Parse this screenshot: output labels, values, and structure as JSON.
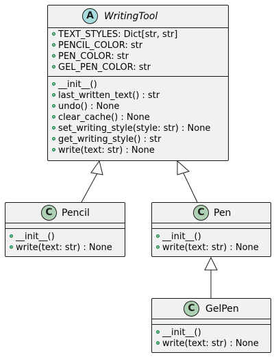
{
  "diagram": {
    "classes": [
      {
        "id": "writingtool",
        "name": "WritingTool",
        "stereotype_letter": "A",
        "fields": [
          "TEXT_STYLES: Dict[str, str]",
          "PENCIL_COLOR: str",
          "PEN_COLOR: str",
          "GEL_PEN_COLOR: str"
        ],
        "methods": [
          "__init__()",
          "last_written_text() : str",
          "undo() : None",
          "clear_cache() : None",
          "set_writing_style(style: str) : None",
          "get_writing_style() : str",
          "write(text: str) : None"
        ]
      },
      {
        "id": "pencil",
        "name": "Pencil",
        "stereotype_letter": "C",
        "fields": [],
        "methods": [
          "__init__()",
          "write(text: str) : None"
        ]
      },
      {
        "id": "pen",
        "name": "Pen",
        "stereotype_letter": "C",
        "fields": [],
        "methods": [
          "__init__()",
          "write(text: str) : None"
        ]
      },
      {
        "id": "gelpen",
        "name": "GelPen",
        "stereotype_letter": "C",
        "fields": [],
        "methods": [
          "__init__()",
          "write(text: str) : None"
        ]
      }
    ],
    "relations": [
      {
        "type": "inheritance",
        "from": "pencil",
        "to": "writingtool"
      },
      {
        "type": "inheritance",
        "from": "pen",
        "to": "writingtool"
      },
      {
        "type": "inheritance",
        "from": "gelpen",
        "to": "pen"
      }
    ],
    "colors": {
      "class_fill": "#f1f1f1",
      "border": "#181818",
      "abstract_badge": "#a9dcdf",
      "class_badge": "#add1b2",
      "public_marker": "#84be84"
    }
  }
}
